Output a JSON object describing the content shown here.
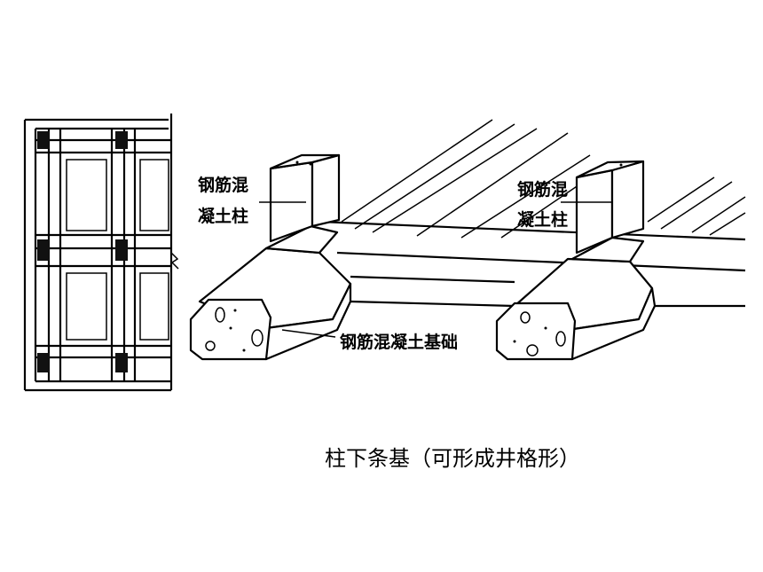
{
  "labels": {
    "column_left_line1": "钢筋混",
    "column_left_line2": "凝土柱",
    "column_right_line1": "钢筋混",
    "column_right_line2": "凝土柱",
    "foundation": "钢筋混凝土基础"
  },
  "caption": "柱下条基（可形成井格形）",
  "colors": {
    "ink": "#000000",
    "background": "#ffffff"
  }
}
